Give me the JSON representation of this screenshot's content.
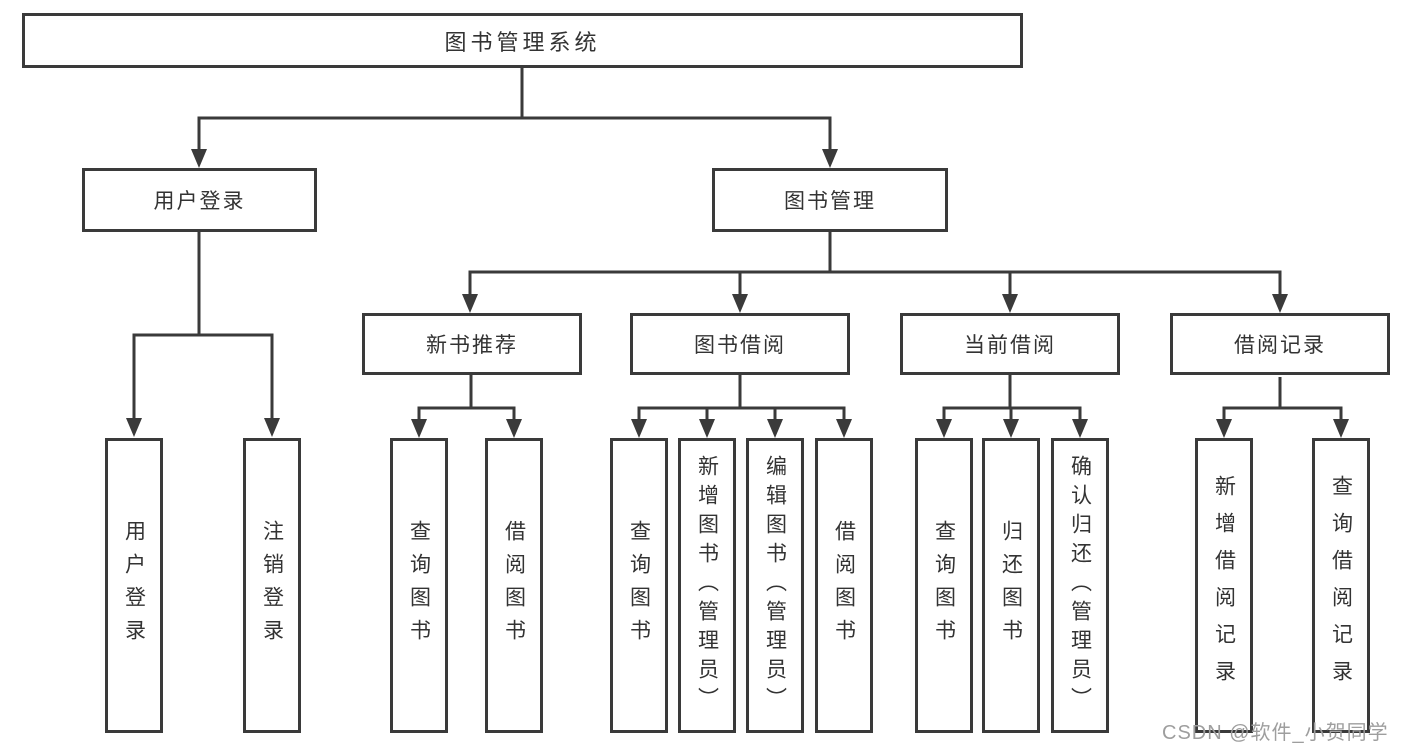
{
  "root": {
    "label": "图书管理系统"
  },
  "branches": [
    {
      "label": "用户登录",
      "children": [
        {
          "label": "用户登录"
        },
        {
          "label": "注销登录"
        }
      ]
    },
    {
      "label": "图书管理",
      "children": [
        {
          "label": "新书推荐",
          "children": [
            {
              "label": "查询图书"
            },
            {
              "label": "借阅图书"
            }
          ]
        },
        {
          "label": "图书借阅",
          "children": [
            {
              "label": "查询图书"
            },
            {
              "label": "新增图书（管理员）"
            },
            {
              "label": "编辑图书（管理员）"
            },
            {
              "label": "借阅图书"
            }
          ]
        },
        {
          "label": "当前借阅",
          "children": [
            {
              "label": "查询图书"
            },
            {
              "label": "归还图书"
            },
            {
              "label": "确认归还（管理员）"
            }
          ]
        },
        {
          "label": "借阅记录",
          "children": [
            {
              "label": "新增借阅记录"
            },
            {
              "label": "查询借阅记录"
            }
          ]
        }
      ]
    }
  ],
  "watermark": "CSDN @软件_小贺同学",
  "colors": {
    "line": "#3a3a3a",
    "text": "#333333",
    "background": "#ffffff",
    "watermark": "#9e9e9e"
  }
}
